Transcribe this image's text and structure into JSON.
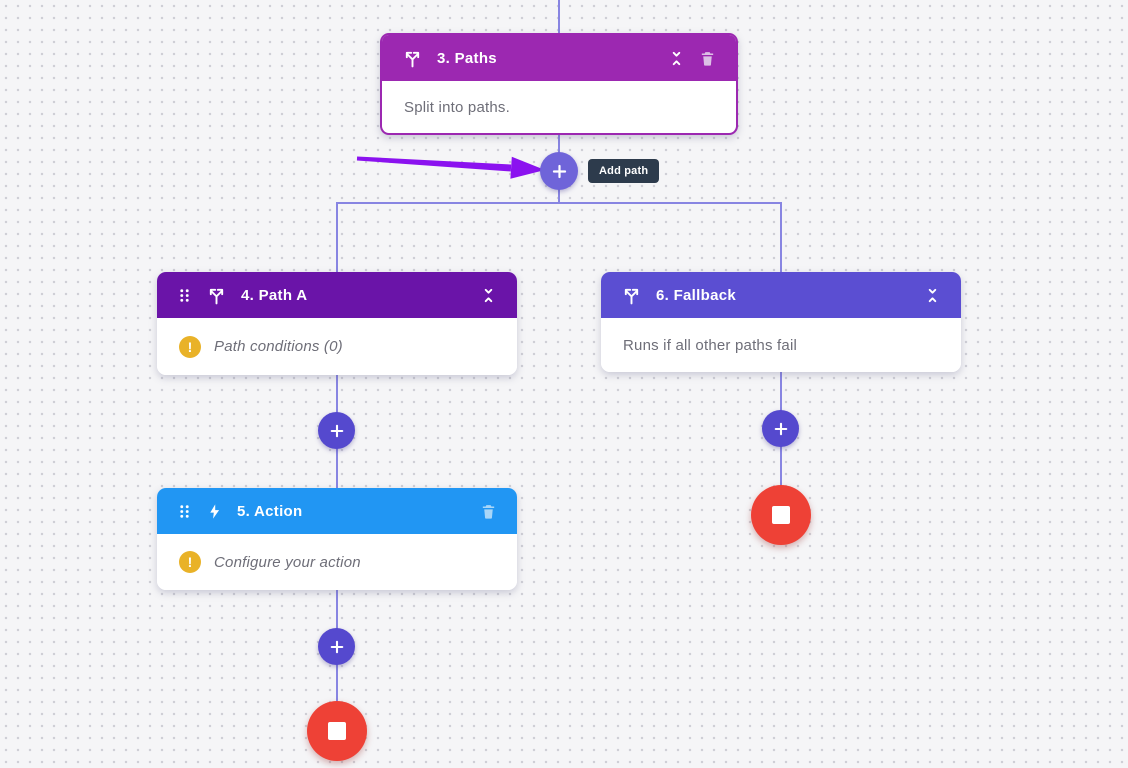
{
  "canvas": {
    "background": "#f5f5f7",
    "dot_color": "#cfcfd6",
    "connector_color": "#8885e2"
  },
  "nodes": {
    "paths": {
      "title": "3. Paths",
      "body": "Split into paths.",
      "header_color": "#9c28b1",
      "selected": true,
      "left_icon": "split-branch-icon",
      "right_icons": [
        "collapse-icon",
        "trash-icon"
      ]
    },
    "path_a": {
      "title": "4. Path A",
      "body": "Path conditions (0)",
      "header_color": "#6a14a8",
      "has_warning": true,
      "left_icons": [
        "drag-handle-icon",
        "split-branch-icon"
      ],
      "right_icons": [
        "collapse-icon"
      ]
    },
    "fallback": {
      "title": "6. Fallback",
      "body": "Runs if all other paths fail",
      "header_color": "#5b4ed2",
      "left_icon": "split-branch-icon",
      "right_icons": [
        "collapse-icon"
      ]
    },
    "action": {
      "title": "5. Action",
      "body": "Configure your action",
      "header_color": "#2196f3",
      "has_warning": true,
      "left_icons": [
        "drag-handle-icon",
        "lightning-icon"
      ],
      "right_icons": [
        "trash-icon"
      ]
    }
  },
  "add_path": {
    "tooltip_label": "Add path",
    "tooltip_bg": "#2d3b4c",
    "plus_color": "#6f64d9"
  },
  "plus_button": {
    "color": "#5549ce",
    "glyph": "+"
  },
  "end_button": {
    "color": "#ee4136",
    "shape": "stop-square"
  },
  "warning": {
    "glyph": "!",
    "color": "#e9b228"
  },
  "annotation": {
    "arrow_color": "#8b12ef"
  }
}
